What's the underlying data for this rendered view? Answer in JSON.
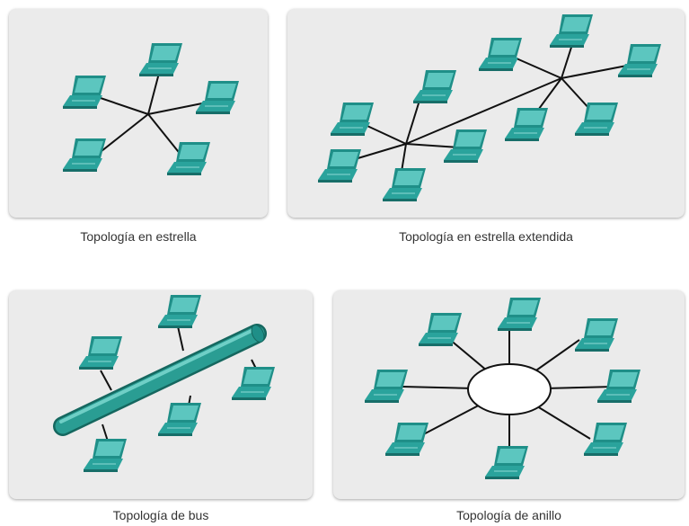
{
  "diagrams": [
    {
      "id": "star",
      "caption": "Topología en estrella"
    },
    {
      "id": "extended-star",
      "caption": "Topología en estrella extendida"
    },
    {
      "id": "bus",
      "caption": "Topología de bus"
    },
    {
      "id": "ring",
      "caption": "Topología de anillo"
    }
  ],
  "colors": {
    "laptop_screen": "#2aa39c",
    "laptop_screen_face": "#5cc6bf",
    "laptop_base": "#1f8f88",
    "panel_background": "#ebebeb",
    "link": "#111111",
    "bus_cable": "#2a9d93"
  },
  "icons": {
    "node": "laptop-icon"
  }
}
